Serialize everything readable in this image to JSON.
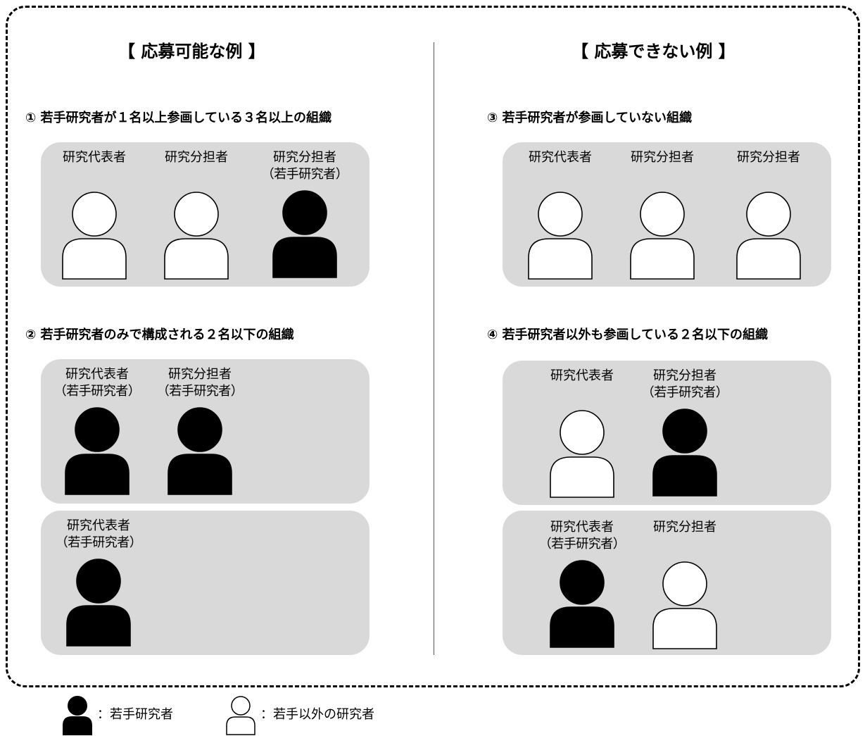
{
  "headings": {
    "possible": "【 応募可能な例 】",
    "impossible": "【 応募できない例 】"
  },
  "examples": [
    {
      "title": "① 若手研究者が１名以上参画している３名以上の組織",
      "groups": [
        [
          {
            "role": "研究代表者",
            "note": "",
            "young": false
          },
          {
            "role": "研究分担者",
            "note": "",
            "young": false
          },
          {
            "role": "研究分担者",
            "note": "（若手研究者）",
            "young": true
          }
        ]
      ]
    },
    {
      "title": "② 若手研究者のみで構成される２名以下の組織",
      "groups": [
        [
          {
            "role": "研究代表者",
            "note": "（若手研究者）",
            "young": true
          },
          {
            "role": "研究分担者",
            "note": "（若手研究者）",
            "young": true
          }
        ],
        [
          {
            "role": "研究代表者",
            "note": "（若手研究者）",
            "young": true
          }
        ]
      ]
    },
    {
      "title": "③ 若手研究者が参画していない組織",
      "groups": [
        [
          {
            "role": "研究代表者",
            "note": "",
            "young": false
          },
          {
            "role": "研究分担者",
            "note": "",
            "young": false
          },
          {
            "role": "研究分担者",
            "note": "",
            "young": false
          }
        ]
      ]
    },
    {
      "title": "④ 若手研究者以外も参画している２名以下の組織",
      "groups": [
        [
          {
            "role": "研究代表者",
            "note": "",
            "young": false
          },
          {
            "role": "研究分担者",
            "note": "（若手研究者）",
            "young": true
          }
        ],
        [
          {
            "role": "研究代表者",
            "note": "（若手研究者）",
            "young": true
          },
          {
            "role": "研究分担者",
            "note": "",
            "young": false
          }
        ]
      ]
    }
  ],
  "legend": {
    "young": "：若手研究者",
    "other": "：若手以外の研究者"
  },
  "colors": {
    "panel": "#d9d9d9",
    "young_fill": "#000000",
    "other_fill": "#ffffff",
    "stroke": "#000000"
  }
}
